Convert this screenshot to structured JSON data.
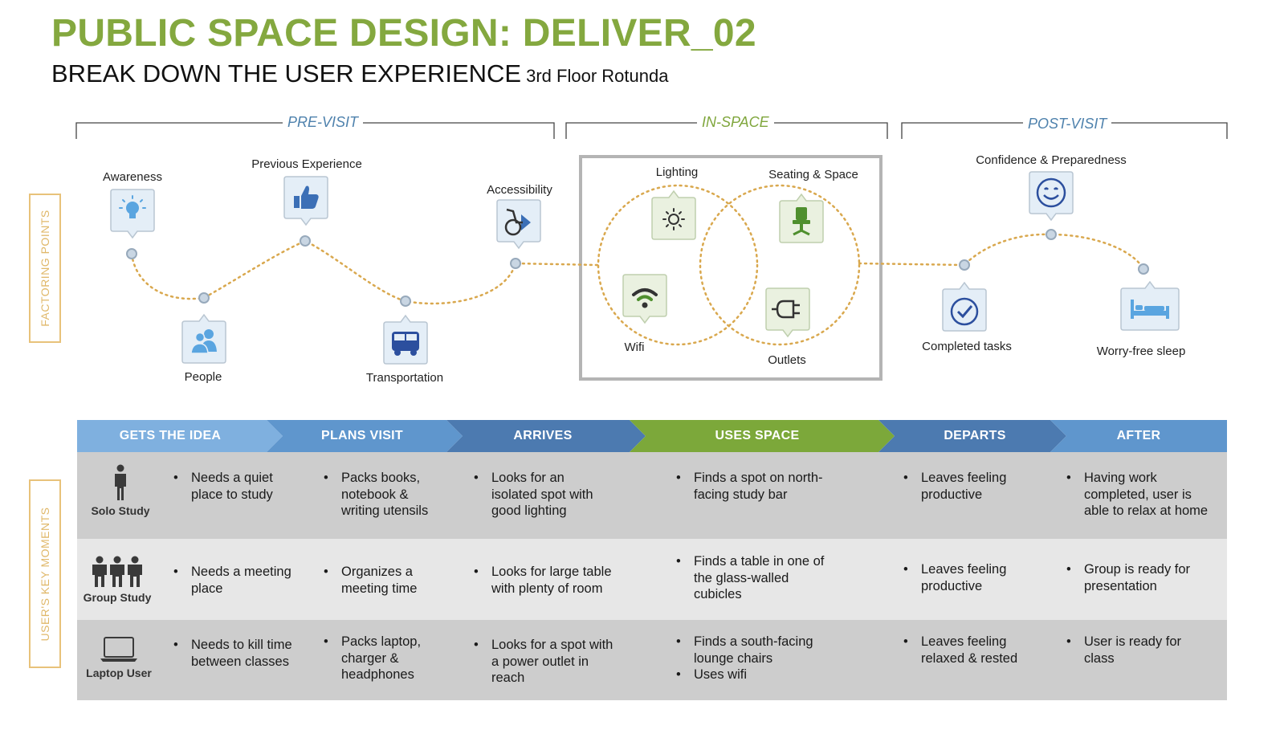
{
  "header": {
    "title": "PUBLIC SPACE DESIGN: DELIVER_02",
    "subtitle": "BREAK DOWN THE USER EXPERIENCE",
    "location": "3rd Floor Rotunda"
  },
  "phases": {
    "pre_visit": "PRE-VISIT",
    "in_space": "IN-SPACE",
    "post_visit": "POST-VISIT"
  },
  "side_labels": {
    "factoring_points": "FACTORING POINTS",
    "key_moments": "USER'S KEY MOMENTS"
  },
  "factors": {
    "awareness": "Awareness",
    "previous_experience": "Previous Experience",
    "people": "People",
    "transportation": "Transportation",
    "accessibility": "Accessibility",
    "lighting": "Lighting",
    "seating_space": "Seating & Space",
    "wifi": "Wifi",
    "outlets": "Outlets",
    "confidence": "Confidence & Preparedness",
    "completed_tasks": "Completed tasks",
    "worry_free_sleep": "Worry-free sleep"
  },
  "icons": {
    "awareness": "lightbulb-icon",
    "previous_experience": "thumbs-up-icon",
    "people": "people-icon",
    "transportation": "bus-icon",
    "accessibility": "wheelchair-icon",
    "lighting": "sun-icon",
    "seating_space": "chair-icon",
    "wifi": "wifi-icon",
    "outlets": "plug-icon",
    "confidence": "smiley-icon",
    "completed_tasks": "checkmark-icon",
    "worry_free_sleep": "bed-icon"
  },
  "colors": {
    "title_green": "#84a83f",
    "phase_blue": "#4f82ad",
    "dotted_path": "#d9a84e",
    "stage_gets_idea": "#7fb0df",
    "stage_plans_visit": "#5f96cd",
    "stage_arrives": "#4c7ab0",
    "stage_uses_space": "#7ca83a",
    "stage_departs": "#4c7ab0",
    "stage_after": "#5f96cd",
    "row_dark": "#cdcdcd",
    "row_light": "#e7e7e7"
  },
  "stages": [
    "GETS THE IDEA",
    "PLANS VISIT",
    "ARRIVES",
    "USES SPACE",
    "DEPARTS",
    "AFTER"
  ],
  "personas": [
    {
      "name": "Solo Study",
      "icon": "person-icon",
      "moments": [
        [
          "Needs a quiet place to study"
        ],
        [
          "Packs books, notebook & writing utensils"
        ],
        [
          "Looks for an isolated spot with good lighting"
        ],
        [
          "Finds a spot on north-facing study bar"
        ],
        [
          "Leaves feeling productive"
        ],
        [
          "Having work completed, user is able to relax at home"
        ]
      ]
    },
    {
      "name": "Group Study",
      "icon": "group-icon",
      "moments": [
        [
          "Needs a meeting place"
        ],
        [
          "Organizes a meeting time"
        ],
        [
          "Looks for large table with plenty of room"
        ],
        [
          "Finds a table in one of the glass-walled cubicles"
        ],
        [
          "Leaves feeling productive"
        ],
        [
          "Group is ready for presentation"
        ]
      ]
    },
    {
      "name": "Laptop User",
      "icon": "laptop-icon",
      "moments": [
        [
          "Needs to kill time between classes"
        ],
        [
          "Packs laptop, charger & headphones"
        ],
        [
          "Looks for a spot with a power outlet in reach"
        ],
        [
          "Finds a south-facing lounge chairs",
          "Uses wifi"
        ],
        [
          "Leaves feeling relaxed & rested"
        ],
        [
          "User is ready for class"
        ]
      ]
    }
  ]
}
